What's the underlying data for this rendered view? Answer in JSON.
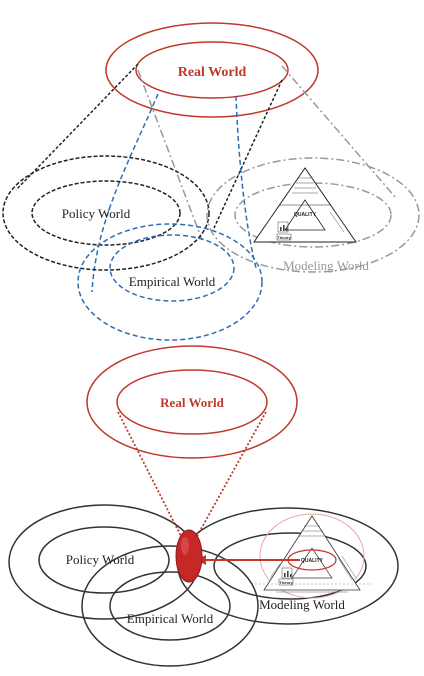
{
  "top_diagram": {
    "real_world": "Real World",
    "policy_world": "Policy World",
    "empirical_world": "Empirical World",
    "modeling_world": "Modeling World",
    "quality_label": "QUALITY",
    "theory_label": "Theory"
  },
  "bottom_diagram": {
    "real_world": "Real World",
    "policy_world": "Policy World",
    "empirical_world": "Empirical World",
    "modeling_world": "Modeling World",
    "quality_label": "QUALITY",
    "theory_label": "Theory"
  },
  "colors": {
    "red": "#c0392b",
    "black": "#222222",
    "blue": "#2e6db4",
    "gray": "#999999",
    "dark_red_fill": "#c62828",
    "light_red": "#e8a79f"
  }
}
